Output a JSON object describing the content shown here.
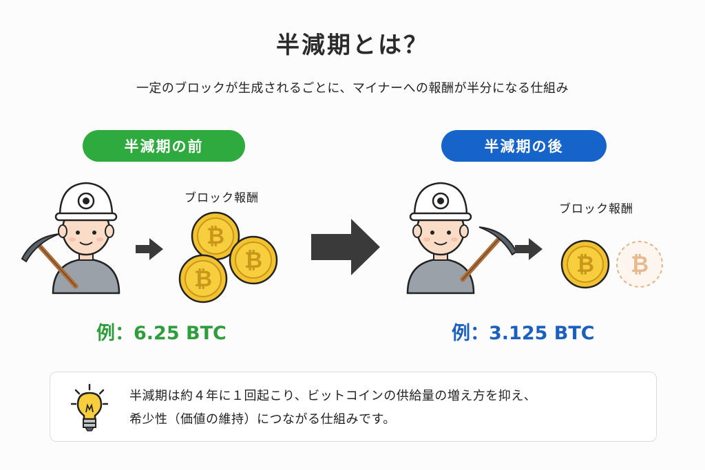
{
  "header": {
    "title": "半減期とは？",
    "subtitle": "一定のブロックが生成されるごとに、マイナーへの報酬が半分になる仕組み"
  },
  "before": {
    "label": "半減期の前",
    "reward_label": "ブロック報酬",
    "example": "例：6.25 BTC",
    "color": "#2faa3e"
  },
  "after": {
    "label": "半減期の後",
    "reward_label": "ブロック報酬",
    "example": "例：3.125 BTC",
    "color": "#1663c9"
  },
  "note": {
    "line1": "半減期は約４年に１回起こり、ビットコインの供給量の増え方を抑え、",
    "line2": "希少性（価値の維持）につながる仕組みです。"
  },
  "icons": {
    "coin_symbol": "₿"
  }
}
